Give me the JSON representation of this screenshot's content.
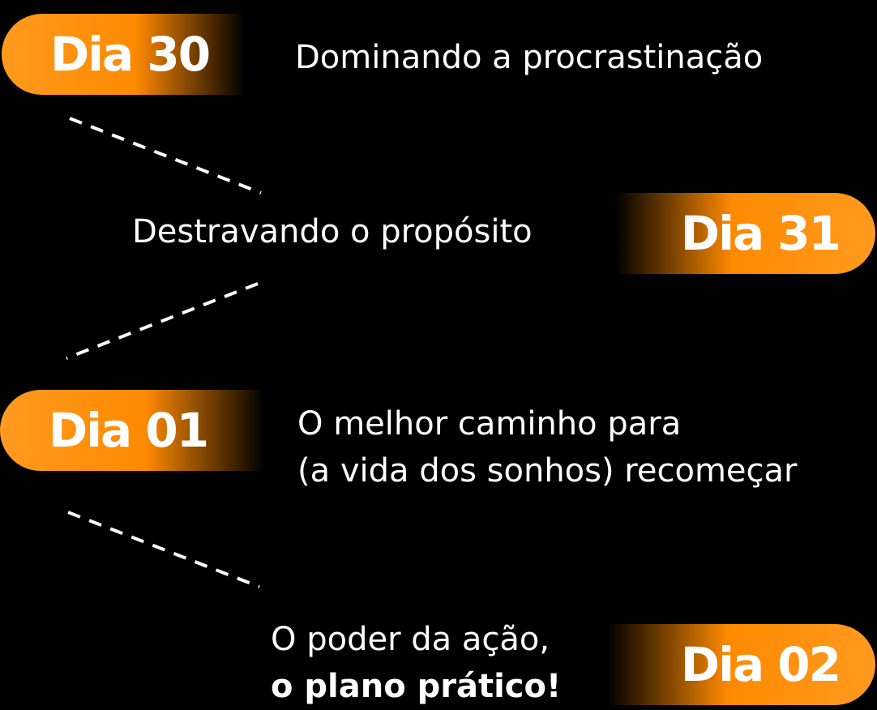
{
  "accent_color": "#ff8a00",
  "items": [
    {
      "day": "Dia 30",
      "title_lines": [
        "Dominando a procrastinação"
      ]
    },
    {
      "day": "Dia 31",
      "title_lines": [
        "Destravando o propósito"
      ]
    },
    {
      "day": "Dia 01",
      "title_lines": [
        "O melhor caminho para",
        "(a vida dos sonhos) recomeçar"
      ]
    },
    {
      "day": "Dia 02",
      "title_lines": [
        "O poder da ação,"
      ],
      "title_strong": "o plano prático!"
    }
  ]
}
